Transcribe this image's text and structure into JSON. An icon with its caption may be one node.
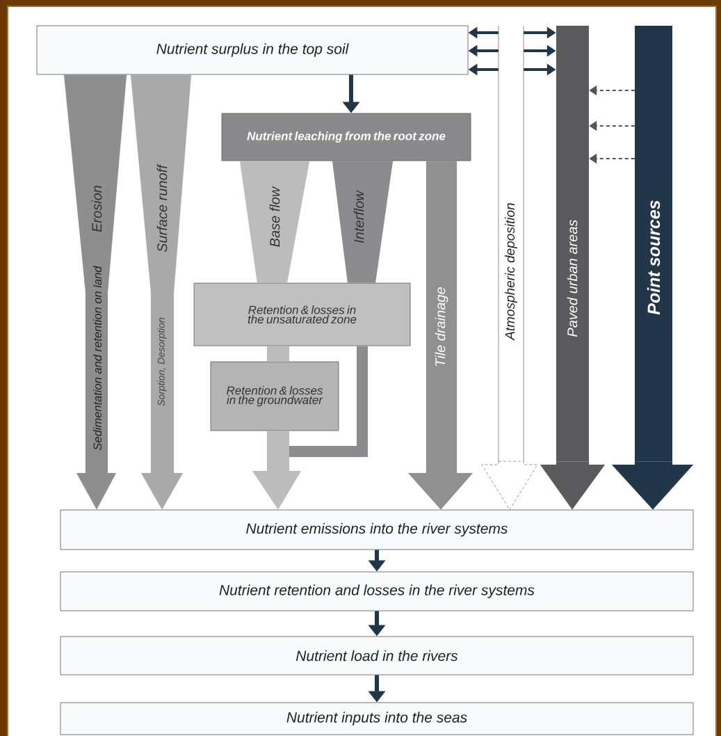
{
  "diagram": {
    "nodes": [
      {
        "text": [
          "Nutrient surplus in the top soil"
        ]
      },
      {
        "text": [
          "Nutrient leaching from the root zone"
        ]
      },
      {
        "text": [
          "Retention & losses in the unsaturated zone"
        ]
      },
      {
        "text": [
          "Retention & losses in the groundwater"
        ]
      },
      {
        "text": [
          "Atmospheric deposition"
        ]
      },
      {
        "text": [
          "Paved urban areas"
        ]
      },
      {
        "text": [
          "Point sources"
        ]
      },
      {
        "text": [
          "Nutrient emissions into the river systems"
        ]
      },
      {
        "text": [
          "Nutrient retention and losses in the river systems"
        ]
      },
      {
        "text": [
          "Nutrient load in the rivers"
        ]
      },
      {
        "text": [
          "Nutrient inputs into the seas"
        ]
      }
    ],
    "edges": [
      {
        "from": 0,
        "to": 1,
        "arrow": "to"
      },
      {
        "from": 0,
        "to": 7,
        "arrow": "to",
        "label": "Erosion",
        "color": "#8e8e8e"
      },
      {
        "from": 0,
        "to": 7,
        "arrow": "to",
        "label": "Surface runoff",
        "color": "#a9a9a9"
      },
      {
        "from": 1,
        "to": 2,
        "arrow": "none",
        "label": "Base flow",
        "color": "#bcbcbc"
      },
      {
        "from": 1,
        "to": 2,
        "arrow": "none",
        "label": "Interflow",
        "color": "#8c8c8e"
      },
      {
        "from": 1,
        "to": 7,
        "arrow": "to",
        "label": "Tile drainage",
        "color": "#909090"
      },
      {
        "from": 2,
        "to": 3,
        "arrow": "none",
        "color": "#bcbcbc"
      },
      {
        "from": 2,
        "to": null,
        "arrow": "none",
        "style": "thick",
        "color": "#8c8c8e"
      },
      {
        "from": 3,
        "to": 7,
        "arrow": "to",
        "color": "#bcbcbc"
      },
      {
        "from": 4,
        "to": 7,
        "arrow": "to",
        "style": "dashed",
        "color": "#ffffff"
      },
      {
        "from": 5,
        "to": 7,
        "arrow": "to",
        "color": "#5a5a5c"
      },
      {
        "from": 6,
        "to": 7,
        "arrow": "to"
      },
      {
        "from": 4,
        "to": 0,
        "arrow": "to"
      },
      {
        "from": 4,
        "to": 0,
        "arrow": "to"
      },
      {
        "from": 4,
        "to": 0,
        "arrow": "to"
      },
      {
        "from": 4,
        "to": 5,
        "arrow": "to"
      },
      {
        "from": 4,
        "to": 5,
        "arrow": "to"
      },
      {
        "from": 4,
        "to": 5,
        "arrow": "to"
      },
      {
        "from": 6,
        "to": 5,
        "arrow": "to",
        "style": "dashed",
        "color": "#555555"
      },
      {
        "from": 6,
        "to": 5,
        "arrow": "to",
        "style": "dashed",
        "color": "#555555"
      },
      {
        "from": 6,
        "to": 5,
        "arrow": "to",
        "style": "dashed",
        "color": "#555555"
      },
      {
        "from": 7,
        "to": 8,
        "arrow": "to"
      },
      {
        "from": 8,
        "to": 9,
        "arrow": "to"
      },
      {
        "from": 9,
        "to": 10,
        "arrow": "to"
      }
    ],
    "labels": [
      "Sedimentation and retention on land",
      "Sorption, Desorption"
    ]
  }
}
